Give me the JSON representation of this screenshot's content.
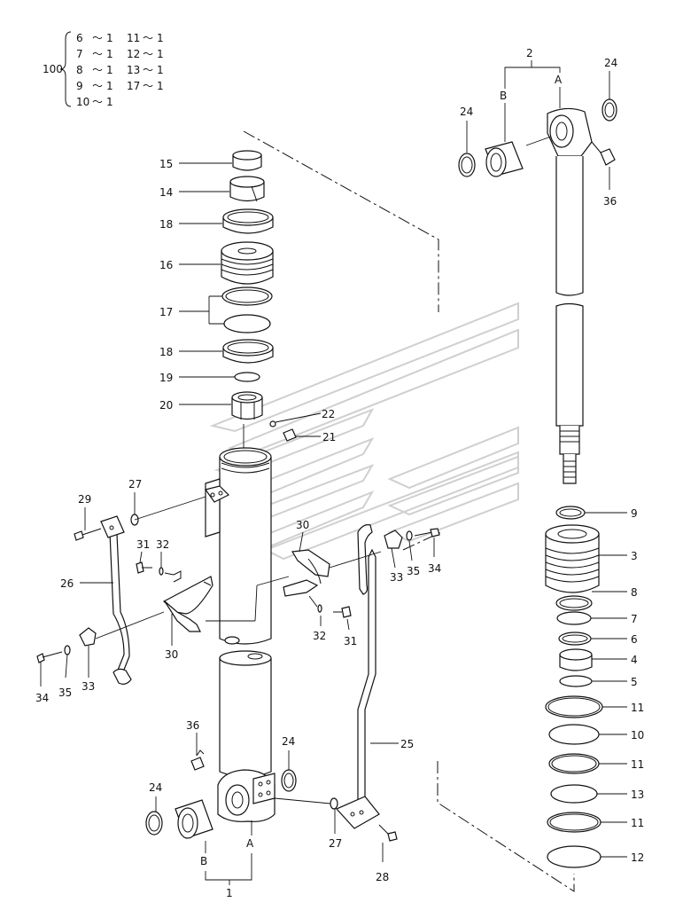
{
  "kit": {
    "main_number": "100",
    "rows": [
      [
        "6",
        "〜",
        "1",
        "11",
        "〜",
        "1"
      ],
      [
        "7",
        "〜",
        "1",
        "12",
        "〜",
        "1"
      ],
      [
        "8",
        "〜",
        "1",
        "13",
        "〜",
        "1"
      ],
      [
        "9",
        "〜",
        "1",
        "17",
        "〜",
        "1"
      ],
      [
        "10",
        "〜",
        "1",
        "",
        "",
        ""
      ]
    ]
  },
  "labels": {
    "p1": "1",
    "p2": "2",
    "pA_top": "A",
    "pB_top": "B",
    "pA_bot": "A",
    "pB_bot": "B",
    "p3": "3",
    "p4": "4",
    "p5": "5",
    "p6": "6",
    "p7": "7",
    "p8": "8",
    "p9": "9",
    "p10": "10",
    "p11a": "11",
    "p11b": "11",
    "p11c": "11",
    "p12": "12",
    "p13": "13",
    "p14": "14",
    "p15": "15",
    "p16": "16",
    "p17": "17",
    "p18a": "18",
    "p18b": "18",
    "p19": "19",
    "p20": "20",
    "p21": "21",
    "p22": "22",
    "p24a": "24",
    "p24b": "24",
    "p24c": "24",
    "p24d": "24",
    "p25": "25",
    "p26": "26",
    "p27a": "27",
    "p27b": "27",
    "p28": "28",
    "p29": "29",
    "p30a": "30",
    "p30b": "30",
    "p31a": "31",
    "p31b": "31",
    "p32a": "32",
    "p32b": "32",
    "p33a": "33",
    "p33b": "33",
    "p34a": "34",
    "p34b": "34",
    "p35a": "35",
    "p35b": "35",
    "p36a": "36",
    "p36b": "36"
  }
}
